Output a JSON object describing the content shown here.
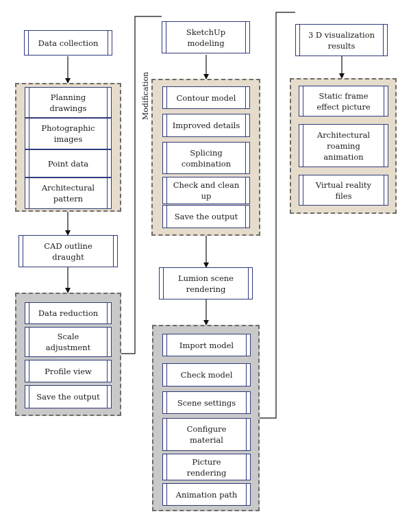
{
  "column1": {
    "start": "Data collection",
    "group1": [
      "Planning\ndrawings",
      "Photographic\nimages",
      "Point data",
      "Architectural\npattern"
    ],
    "cad": "CAD outline\ndraught",
    "group2": [
      "Data reduction",
      "Scale\nadjustment",
      "Profile view",
      "Save the output"
    ]
  },
  "column2": {
    "sketchup": "SketchUp\nmodeling",
    "group1": [
      "Contour model",
      "Improved details",
      "Splicing\ncombination",
      "Check and clean\nup",
      "Save the output"
    ],
    "lumion": "Lumion scene\nrendering",
    "group2": [
      "Import model",
      "Check model",
      "Scene settings",
      "Configure\nmaterial",
      "Picture\nrendering",
      "Animation path"
    ]
  },
  "column3": {
    "results": "3 D visualization\nresults",
    "group": [
      "Static frame\neffect picture",
      "Architectural\nroaming\nanimation",
      "Virtual reality\nfiles"
    ]
  },
  "labels": {
    "modification": "Modification"
  },
  "colors": {
    "box_border": "#2e3a7a",
    "beige_group": "#e6dccb",
    "gray_group": "#c9c9c9",
    "connector": "#111111"
  }
}
